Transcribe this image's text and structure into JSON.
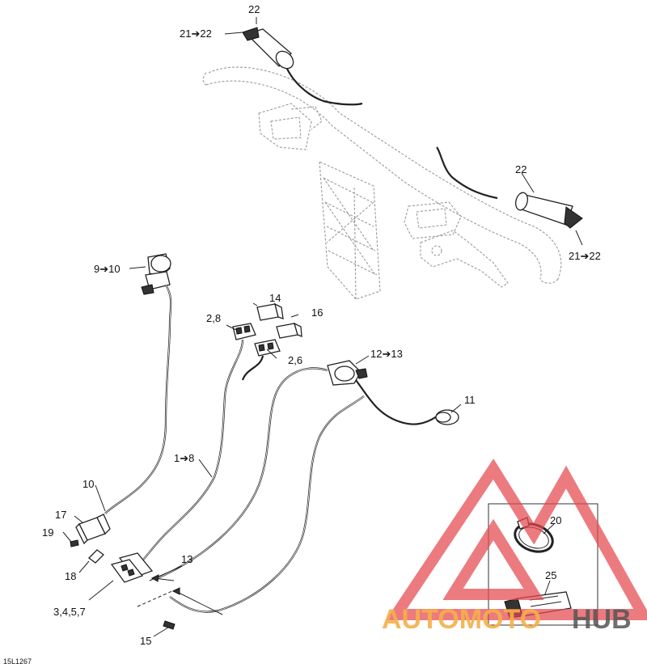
{
  "labels": {
    "l22_top": "22",
    "l21_22_top": "21➔22",
    "l22_right": "22",
    "l21_22_right": "21➔22",
    "l9_10": "9➔10",
    "l14": "14",
    "l16": "16",
    "l2_8": "2,8",
    "l2_6": "2,6",
    "l12_13": "12➔13",
    "l11": "11",
    "l1_8": "1➔8",
    "l10": "10",
    "l17": "17",
    "l19": "19",
    "l18": "18",
    "l13": "13",
    "l3457": "3,4,5,7",
    "l15": "15",
    "l20": "20",
    "l25": "25"
  },
  "reference_code": "15L1267",
  "watermark": {
    "text_left": "AUTOMOTO",
    "text_right": "HUB",
    "color_red": "#e5484d",
    "color_orange": "#f5b04a",
    "color_gray": "#555555"
  }
}
